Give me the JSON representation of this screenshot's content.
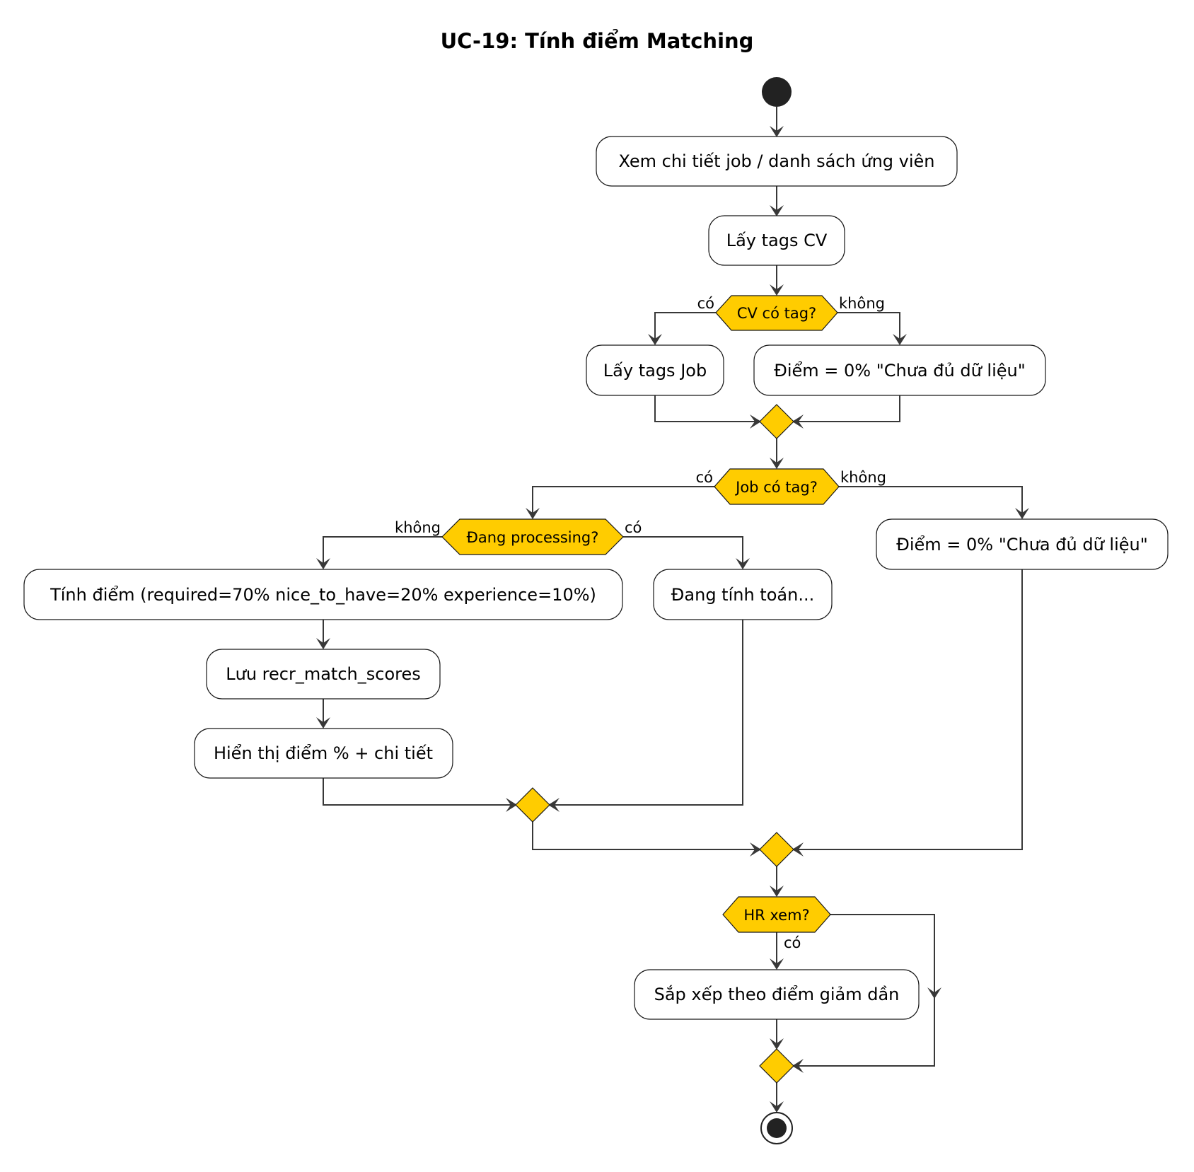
{
  "diagram": {
    "title": "UC-19: Tính điểm Matching",
    "colors": {
      "decision_fill": "#FFCC00",
      "line": "#383838",
      "node_border": "#181818",
      "start_end": "#222222",
      "activity_fill": "#FFFFFF"
    },
    "activities": {
      "view_detail": "Xem chi tiết job / danh sách ứng viên",
      "get_cv_tags": "Lấy tags CV",
      "get_job_tags": "Lấy tags Job",
      "score_zero_cv": "Điểm = 0% \"Chưa đủ dữ liệu\"",
      "calc_score": "Tính điểm (required=70% nice_to_have=20% experience=10%)",
      "calculating": "Đang tính toán...",
      "score_zero_job": "Điểm = 0% \"Chưa đủ dữ liệu\"",
      "save_scores": "Lưu recr_match_scores",
      "show_score": "Hiển thị điểm % + chi tiết",
      "sort_desc": "Sắp xếp theo điểm giảm dần"
    },
    "decisions": {
      "cv_has_tag": "CV có tag?",
      "job_has_tag": "Job có tag?",
      "processing": "Đang processing?",
      "hr_view": "HR xem?"
    },
    "edge_labels": {
      "cv_yes": "có",
      "cv_no": "không",
      "job_yes": "có",
      "job_no": "không",
      "processing_no": "không",
      "processing_yes": "có",
      "hr_yes": "có"
    }
  }
}
